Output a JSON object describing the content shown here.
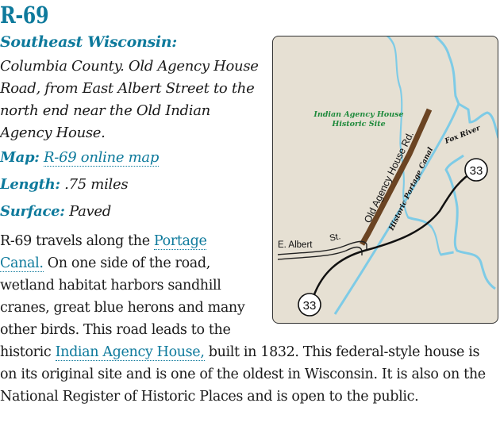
{
  "title": "R-69",
  "region": "Southeast Wisconsin:",
  "description": "Columbia County. Old Agency House Road, from East Albert Street to the north end near the Old Indian Agency House.",
  "meta": {
    "map_label": "Map:",
    "map_link": "R-69 online map",
    "length_label": "Length:",
    "length_value": ".75 miles",
    "surface_label": "Surface:",
    "surface_value": "Paved"
  },
  "body": {
    "part1": "R-69 travels along the ",
    "link1": "Portage Canal.",
    "part2": " On one side of the road, wetland habitat harbors sandhill cranes, great blue herons and many other birds. This road leads to the",
    "part3": "historic ",
    "link2": "Indian Agency House,",
    "part4": " built in 1832. This federal-style house is on its original site and is one of the oldest in Wisconsin. It is also on the National Register of Historic Places and is open to the public."
  },
  "map": {
    "site_label_line1": "Indian Agency House",
    "site_label_line2": "Historic Site",
    "road_label": "Old Agency House Rd.",
    "canal_label": "Historic Portage Canal",
    "river_label": "Fox River",
    "street_label_1": "E. Albert",
    "street_label_2": "St.",
    "highway_shield_top": "33",
    "highway_shield_bottom": "33",
    "colors": {
      "background": "#e6e0d3",
      "water": "#7ecbe6",
      "road": "#6b4423",
      "site_label": "#1f8a3c",
      "accent": "#0e7a9c"
    }
  }
}
